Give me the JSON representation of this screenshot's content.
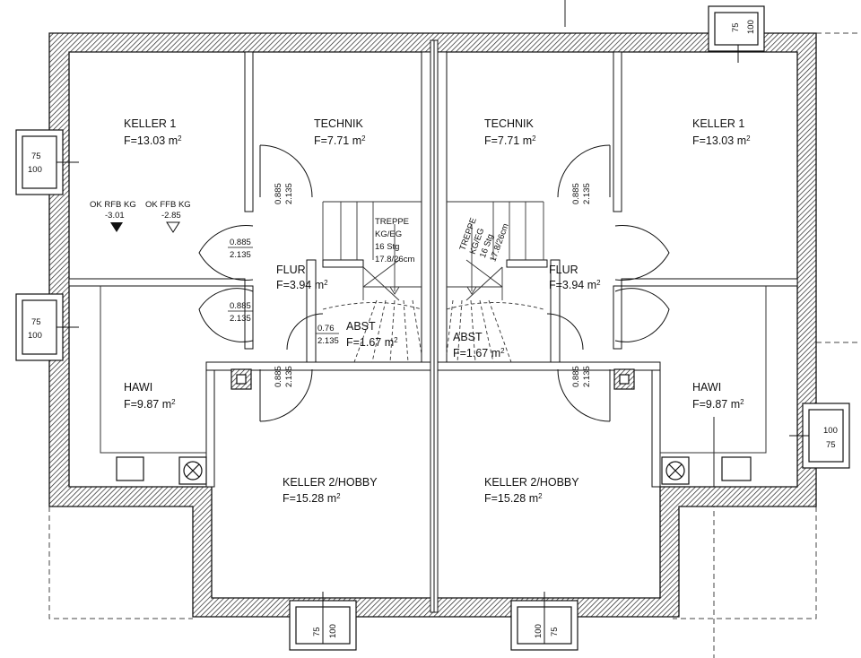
{
  "rooms": {
    "l_keller1": {
      "name": "KELLER 1",
      "area": "F=13.03 m",
      "sup": "2"
    },
    "l_technik": {
      "name": "TECHNIK",
      "area": "F=7.71 m",
      "sup": "2"
    },
    "l_flur": {
      "name": "FLUR",
      "area": "F=3.94 m",
      "sup": "2"
    },
    "l_abst": {
      "name": "ABST",
      "area": "F=1.67 m",
      "sup": "2"
    },
    "l_hawi": {
      "name": "HAWI",
      "area": "F=9.87 m",
      "sup": "2"
    },
    "l_keller2": {
      "name": "KELLER 2/HOBBY",
      "area": "F=15.28 m",
      "sup": "2"
    },
    "r_keller1": {
      "name": "KELLER 1",
      "area": "F=13.03 m",
      "sup": "2"
    },
    "r_technik": {
      "name": "TECHNIK",
      "area": "F=7.71 m",
      "sup": "2"
    },
    "r_flur": {
      "name": "FLUR",
      "area": "F=3.94 m",
      "sup": "2"
    },
    "r_abst": {
      "name": "ABST",
      "area": "F=1.67 m",
      "sup": "2"
    },
    "r_hawi": {
      "name": "HAWI",
      "area": "F=9.87 m",
      "sup": "2"
    },
    "r_keller2": {
      "name": "KELLER 2/HOBBY",
      "area": "F=15.28 m",
      "sup": "2"
    }
  },
  "levels": {
    "rfb_label": "OK RFB KG",
    "rfb_value": "-3.01",
    "ffb_label": "OK FFB KG",
    "ffb_value": "-2.85"
  },
  "stairs": {
    "title": "TREPPE",
    "subtitle": "KG/EG",
    "steps": "16 Stg",
    "rise": "17.8/26cm"
  },
  "doors": {
    "width": "0.885",
    "height": "2.135",
    "abst_width": "0.76",
    "abst_height": "2.135"
  },
  "windows": {
    "w": "75",
    "h": "100"
  }
}
